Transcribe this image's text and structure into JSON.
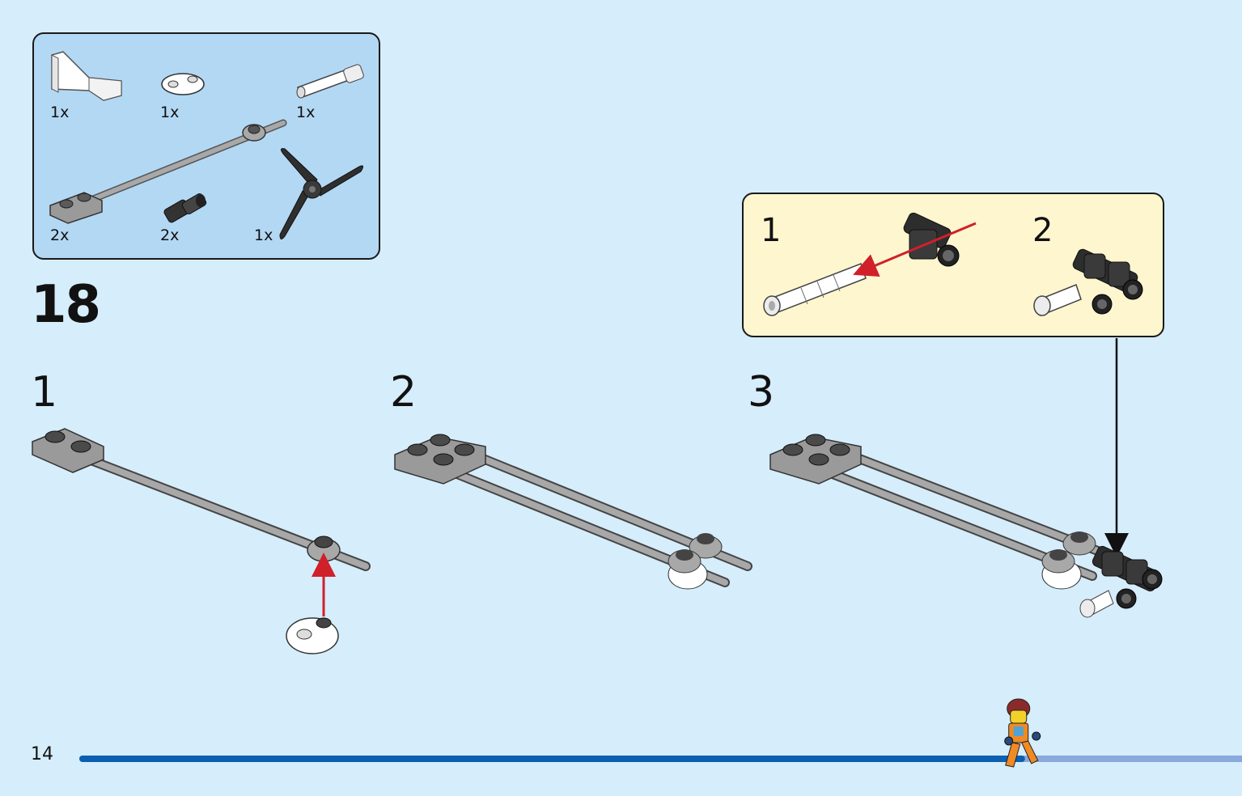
{
  "parts_list": {
    "items": [
      {
        "part": "wedge-plate-white",
        "qty": "1x"
      },
      {
        "part": "round-plate-1x2-white",
        "qty": "1x"
      },
      {
        "part": "axle-pin-white",
        "qty": "1x"
      },
      {
        "part": "bar-with-plate-gray",
        "qty": "2x"
      },
      {
        "part": "cross-connector-black",
        "qty": "2x"
      },
      {
        "part": "propeller-black",
        "qty": "1x"
      }
    ]
  },
  "step": {
    "number": "18"
  },
  "substeps": [
    {
      "label": "1"
    },
    {
      "label": "2"
    },
    {
      "label": "3"
    }
  ],
  "callout": {
    "steps": [
      {
        "label": "1"
      },
      {
        "label": "2"
      }
    ]
  },
  "page": {
    "number": "14"
  },
  "colors": {
    "background": "#d6edfb",
    "parts_box": "#b3d8f4",
    "callout": "#fdf6cf",
    "progress_done": "#0a5fb0",
    "progress_remaining": "#8aa9dc",
    "arrow_red": "#d0202a"
  },
  "progress": {
    "fraction": 0.81
  }
}
